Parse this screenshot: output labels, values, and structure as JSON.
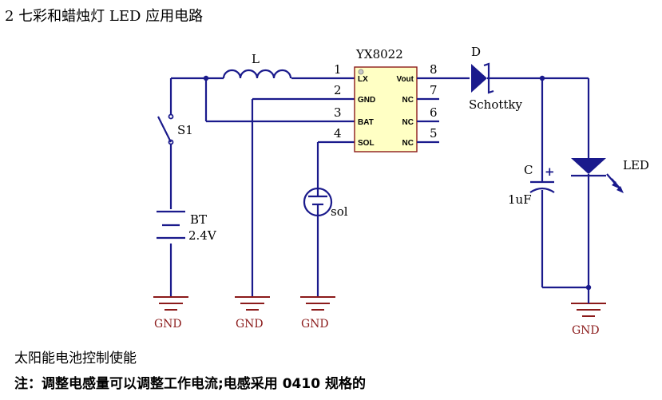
{
  "heading": "2 七彩和蜡烛灯 LED 应用电路",
  "ic": {
    "name": "YX8022",
    "pins_left": [
      {
        "num": "1",
        "label": "LX"
      },
      {
        "num": "2",
        "label": "GND"
      },
      {
        "num": "3",
        "label": "BAT"
      },
      {
        "num": "4",
        "label": "SOL"
      }
    ],
    "pins_right": [
      {
        "num": "8",
        "label": "Vout"
      },
      {
        "num": "7",
        "label": "NC"
      },
      {
        "num": "6",
        "label": "NC"
      },
      {
        "num": "5",
        "label": "NC"
      }
    ]
  },
  "components": {
    "inductor": "L",
    "switch": "S1",
    "battery_name": "BT",
    "battery_value": "2.4V",
    "solar": "sol",
    "diode_name": "D",
    "diode_type": "Schottky",
    "capacitor_name": "C",
    "capacitor_polarity": "+",
    "capacitor_value": "1uF",
    "led": "LED"
  },
  "grounds": [
    "GND",
    "GND",
    "GND",
    "GND"
  ],
  "caption_line1": "太阳能电池控制使能",
  "caption_line2": "注：调整电感量可以调整工作电流;电感采用 0410 规格的"
}
